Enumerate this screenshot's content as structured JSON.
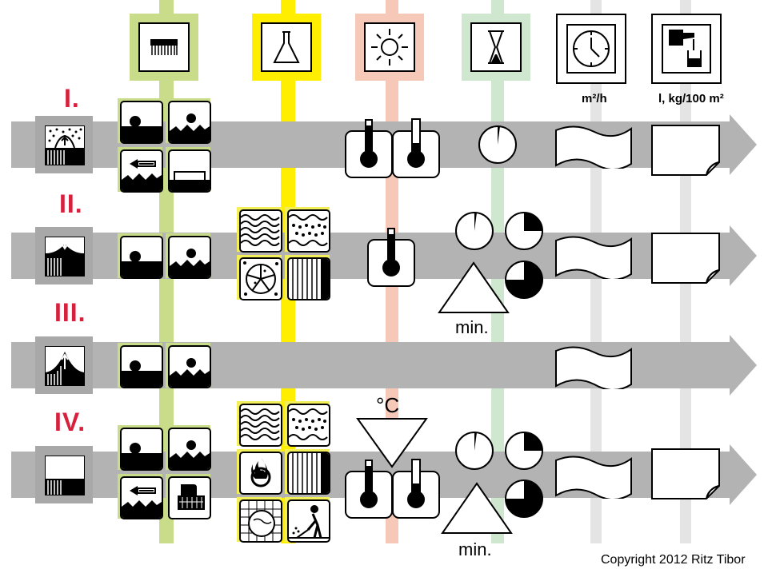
{
  "rows": [
    {
      "label": "I."
    },
    {
      "label": "II."
    },
    {
      "label": "III."
    },
    {
      "label": "IV."
    }
  ],
  "units": {
    "time_rate": "m²/h",
    "consumption": "l, kg/100 m²"
  },
  "labels": {
    "min_row2": "min.",
    "min_row4": "min.",
    "celsius": "°C"
  },
  "copyright": "Copyright 2012 Ritz Tibor",
  "colors": {
    "band_green": "#c8dc8a",
    "band_yellow": "#ffee00",
    "band_salmon": "#f6c8b8",
    "band_lightgreen": "#cfe6cf",
    "band_gray": "#e4e4e4",
    "row_band": "#b3b3b3",
    "roman_red": "#d81f3c"
  },
  "header_icons": [
    "brush-icon",
    "flask-icon",
    "sun-icon",
    "hourglass-icon",
    "clock-icon",
    "pouring-icon"
  ]
}
